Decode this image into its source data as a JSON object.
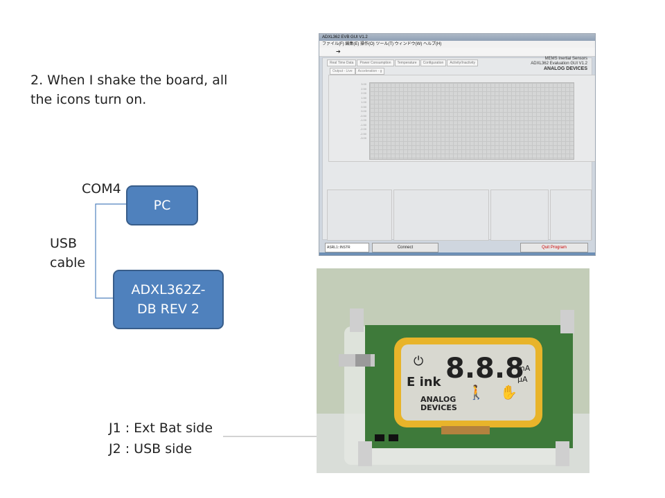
{
  "heading": "2. When I shake the board, all the icons turn on.",
  "diagram": {
    "com_label": "COM4",
    "pc_box": "PC",
    "usb_label_line1": "USB",
    "usb_label_line2": "cable",
    "adxl_line1": "ADXL362Z-",
    "adxl_line2": "DB REV 2"
  },
  "jumper_note": {
    "line1": "J1 : Ext Bat side",
    "line2": "J2 : USB side"
  },
  "gui_screenshot": {
    "window_title": "ADXL362 EVB GUI V1.2",
    "menu": "ファイル(F)   編集(E)   操作(O)   ツール(T)   ウィンドウ(W)   ヘルプ(H)",
    "brand_line1": "MEMS Inertial Sensors",
    "brand_line2": "ADXL362 Evaluation GUI V1.2",
    "brand_logo": "ANALOG DEVICES",
    "tabs": [
      "Real Time Data",
      "Power Consumption",
      "Temperature",
      "Configuration",
      "Activity/Inactivity"
    ],
    "subtabs": [
      "Output - Live",
      "Acceleration - g"
    ],
    "y_axis_values": [
      "3.00",
      "2.50",
      "2.00",
      "1.50",
      "1.00",
      "0.50",
      "0.00",
      "-0.50",
      "-1.00",
      "-1.50",
      "-2.00",
      "-2.50",
      "-3.00"
    ],
    "port_value": "ASRL1::INSTR",
    "connect_label": "Connect",
    "quit_label": "Quit Program"
  },
  "board_photo": {
    "lcd_logo_line1": "ANALOG",
    "lcd_logo_line2": "DEVICES",
    "lcd_digits": "8.8.8",
    "lcd_units_1": "mA",
    "lcd_units_2": "μA",
    "lcd_brand": "E ink"
  },
  "colors": {
    "box_fill": "#4f81bd",
    "box_border": "#385d8a",
    "connector_line": "#4f81bd",
    "pcb_green": "#3e7a3a",
    "lcd_frame": "#e8b42a"
  }
}
